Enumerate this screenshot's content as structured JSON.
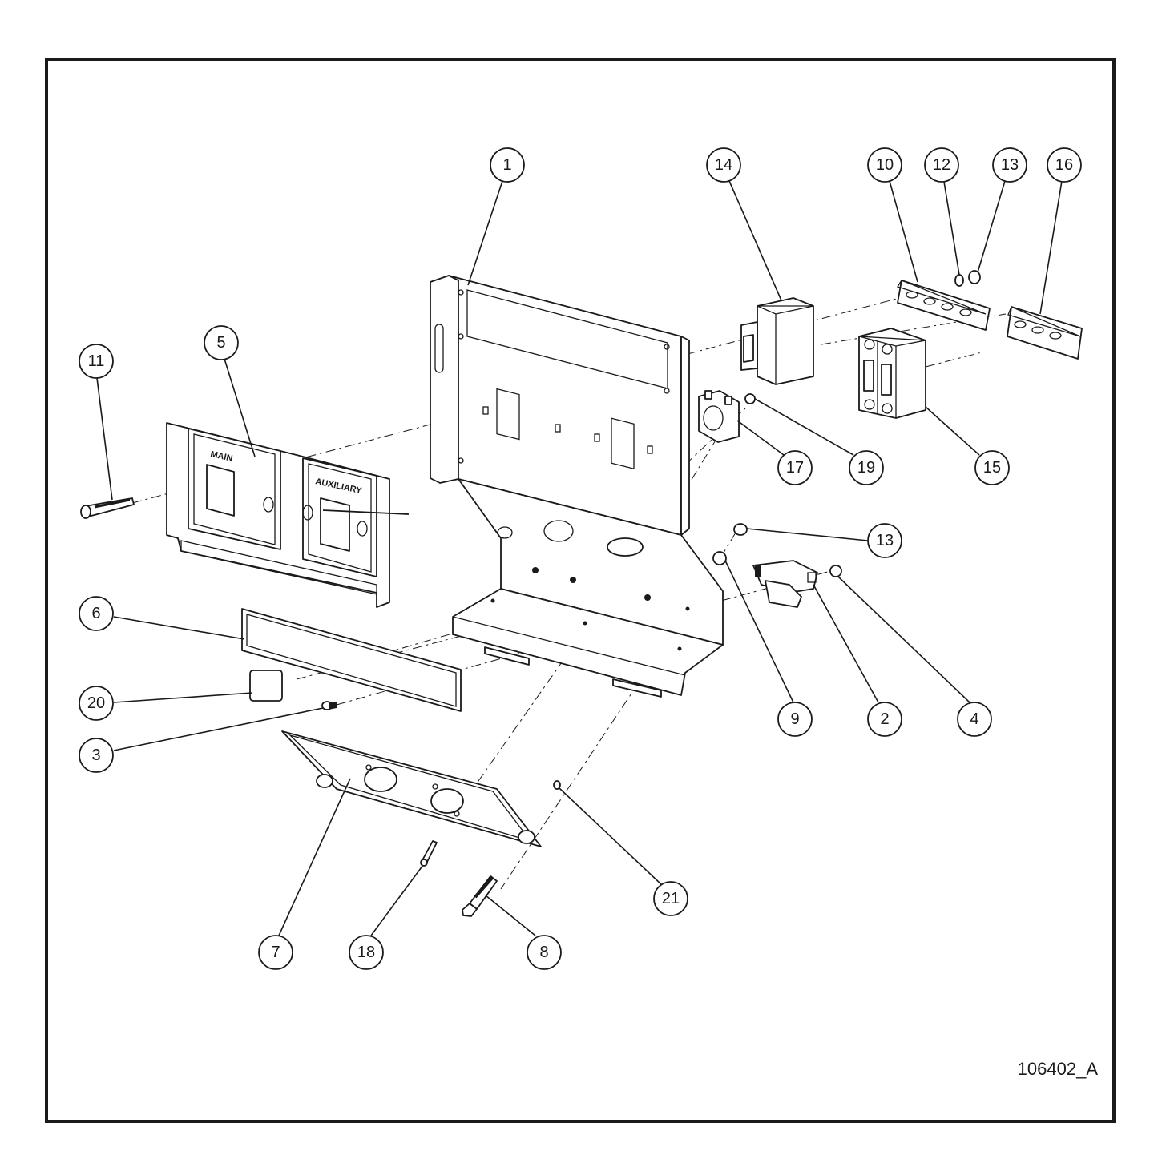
{
  "document_id": "106402_A",
  "panel_labels": {
    "main": "MAIN",
    "auxiliary": "AUXILIARY"
  },
  "callouts": [
    {
      "number": "1"
    },
    {
      "number": "14"
    },
    {
      "number": "10"
    },
    {
      "number": "12"
    },
    {
      "number": "13"
    },
    {
      "number": "16"
    },
    {
      "number": "11"
    },
    {
      "number": "5"
    },
    {
      "number": "17"
    },
    {
      "number": "19"
    },
    {
      "number": "15"
    },
    {
      "number": "13"
    },
    {
      "number": "6"
    },
    {
      "number": "20"
    },
    {
      "number": "3"
    },
    {
      "number": "9"
    },
    {
      "number": "2"
    },
    {
      "number": "4"
    },
    {
      "number": "21"
    },
    {
      "number": "7"
    },
    {
      "number": "18"
    },
    {
      "number": "8"
    }
  ]
}
